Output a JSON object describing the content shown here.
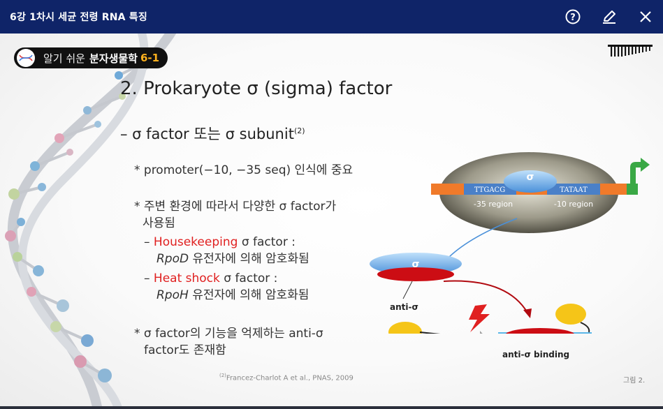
{
  "window": {
    "title": "6강 1차시 세균 전령 RNA 특징",
    "help_label": "도움말",
    "edit_label": "편집",
    "close_label": "닫기"
  },
  "slide": {
    "badge": {
      "light": "알기 쉬운",
      "bold": "분자생물학",
      "num": "6-1"
    },
    "heading": "2. Prokaryote σ (sigma) factor",
    "subheading": "– σ factor 또는 σ subunit",
    "subheading_sup": "(2)",
    "bullets": {
      "b1": "* promoter(−10, −35 seq) 인식에 중요",
      "b2_line1": "* 주변 환경에 따라서 다양한 σ factor가",
      "b2_line2": "사용됨",
      "house_dash": "– ",
      "house_red": "Housekeeping",
      "house_rest": " σ factor :",
      "rpod_italic": "RpoD",
      "rpod_rest": " 유전자에 의해 암호화됨",
      "heat_dash": "– ",
      "heat_red": "Heat shock",
      "heat_rest": " σ factor :",
      "rpoh_italic": "RpoH",
      "rpoh_rest": " 유전자에 의해 암호화됨",
      "b3_line1": "* σ factor의 기능을 억제하는 anti-σ",
      "b3_line2": "factor도 존재함"
    },
    "reference_sup": "(2)",
    "reference": "Francez-Charlot A et al., PNAS, 2009",
    "figure_label": "그림 2."
  },
  "diagram": {
    "sigma_top": "σ",
    "box_35": "TTGACG",
    "box_10": "TATAAT",
    "label_35": "-35 region",
    "label_10": "-10 region",
    "sigma_mid": "σ",
    "anti_sigma": "anti-σ",
    "anti_sigma_binding": "anti-σ binding",
    "colors": {
      "dna": "#f07a2a",
      "sigma": "#4a90d9",
      "anti": "#cc0d14",
      "enzyme": "#f5c518",
      "arrow_green": "#3aa845"
    }
  }
}
